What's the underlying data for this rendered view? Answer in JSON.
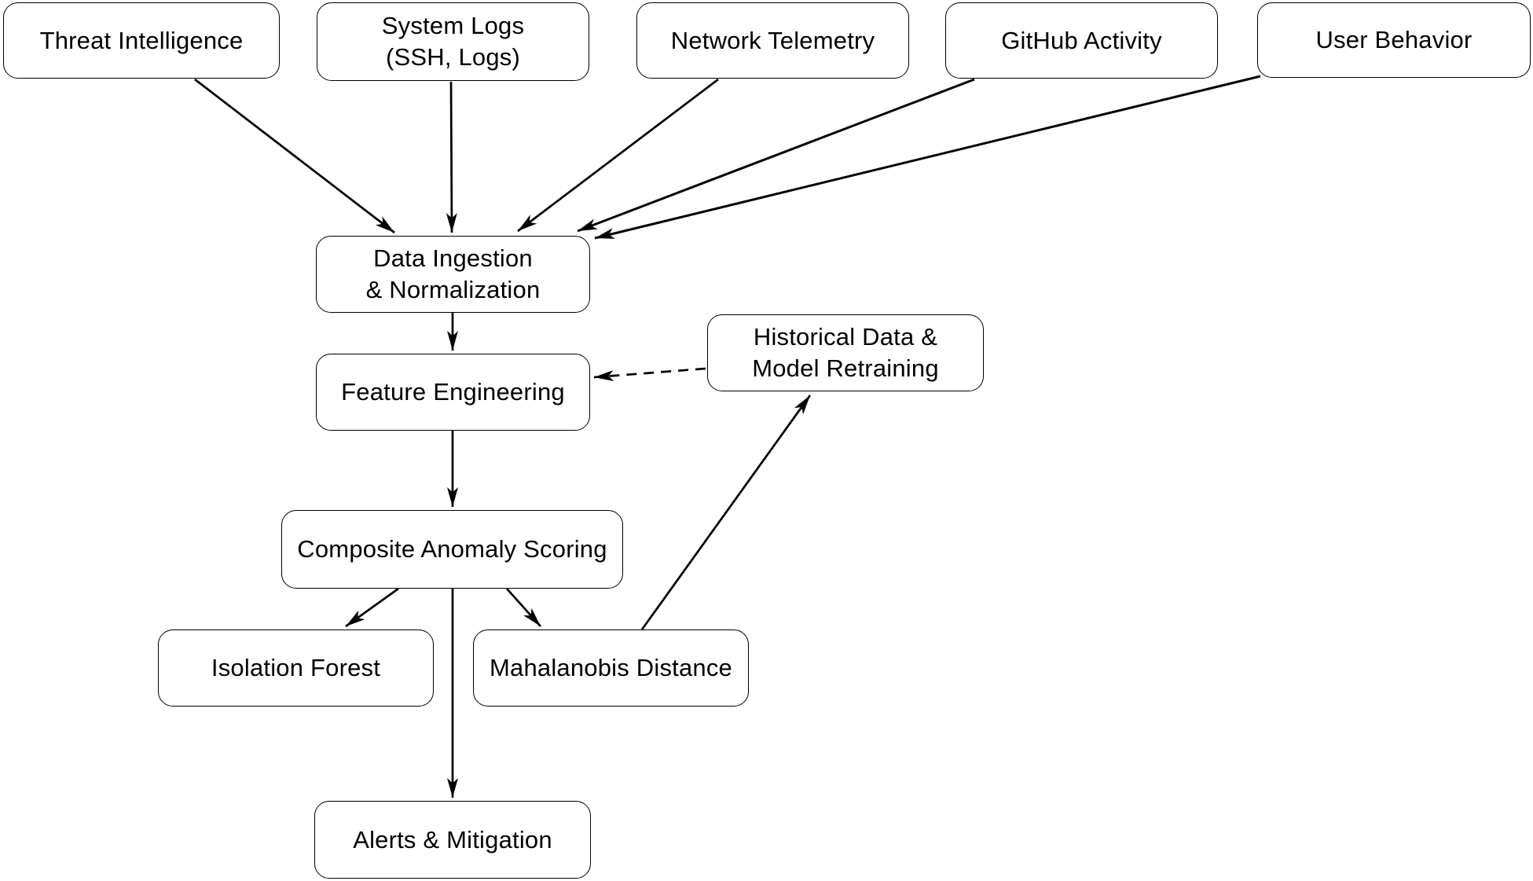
{
  "diagram": {
    "type": "flowchart",
    "background_color": "#ffffff",
    "stroke_color": "#000000",
    "text_color": "#000000",
    "nodes": [
      {
        "id": "threat-intelligence",
        "label": "Threat Intelligence"
      },
      {
        "id": "system-logs",
        "label": "System Logs\n(SSH, Logs)"
      },
      {
        "id": "network-telemetry",
        "label": "Network Telemetry"
      },
      {
        "id": "github-activity",
        "label": "GitHub Activity"
      },
      {
        "id": "user-behavior",
        "label": "User Behavior"
      },
      {
        "id": "data-ingestion",
        "label": "Data Ingestion\n& Normalization"
      },
      {
        "id": "feature-engineering",
        "label": "Feature Engineering"
      },
      {
        "id": "historical-retraining",
        "label": "Historical Data &\nModel Retraining"
      },
      {
        "id": "composite-scoring",
        "label": "Composite Anomaly Scoring"
      },
      {
        "id": "isolation-forest",
        "label": "Isolation Forest"
      },
      {
        "id": "mahalanobis-distance",
        "label": "Mahalanobis Distance"
      },
      {
        "id": "alerts-mitigation",
        "label": "Alerts & Mitigation"
      }
    ],
    "edges": [
      {
        "from": "threat-intelligence",
        "to": "data-ingestion",
        "style": "solid"
      },
      {
        "from": "system-logs",
        "to": "data-ingestion",
        "style": "solid"
      },
      {
        "from": "network-telemetry",
        "to": "data-ingestion",
        "style": "solid"
      },
      {
        "from": "github-activity",
        "to": "data-ingestion",
        "style": "solid"
      },
      {
        "from": "user-behavior",
        "to": "data-ingestion",
        "style": "solid"
      },
      {
        "from": "data-ingestion",
        "to": "feature-engineering",
        "style": "solid"
      },
      {
        "from": "feature-engineering",
        "to": "composite-scoring",
        "style": "solid"
      },
      {
        "from": "composite-scoring",
        "to": "isolation-forest",
        "style": "solid"
      },
      {
        "from": "composite-scoring",
        "to": "mahalanobis-distance",
        "style": "solid"
      },
      {
        "from": "composite-scoring",
        "to": "alerts-mitigation",
        "style": "solid"
      },
      {
        "from": "mahalanobis-distance",
        "to": "historical-retraining",
        "style": "solid"
      },
      {
        "from": "historical-retraining",
        "to": "feature-engineering",
        "style": "dashed"
      }
    ]
  }
}
